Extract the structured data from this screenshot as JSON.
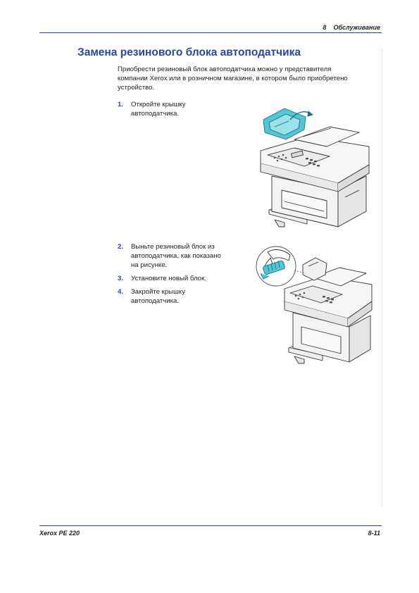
{
  "header": {
    "chapter_number": "8",
    "chapter_title": "Обслуживание"
  },
  "title": "Замена резинового блока автоподатчика",
  "intro_lines": [
    "Приобрести резиновый блок автоподатчика можно у представителя",
    "компании Xerox или в розничном магазине, в котором было приобретено",
    "устройство."
  ],
  "steps": [
    {
      "number": "1.",
      "lines": [
        "Откройте крышку",
        "автоподатчика."
      ]
    },
    {
      "number": "2.",
      "lines": [
        "Выньте резиновый блок из",
        "автоподатчика, как показано",
        "на рисунке."
      ]
    },
    {
      "number": "3.",
      "lines": [
        "Установите новый блок."
      ]
    },
    {
      "number": "4.",
      "lines": [
        "Закройте крышку",
        "автоподатчика."
      ]
    }
  ],
  "footer": {
    "product": "Xerox PE 220",
    "page": "8-11"
  },
  "colors": {
    "accent": "#2a45a8",
    "highlight": "#4fc7d6",
    "rule": "#2a3f9e"
  }
}
